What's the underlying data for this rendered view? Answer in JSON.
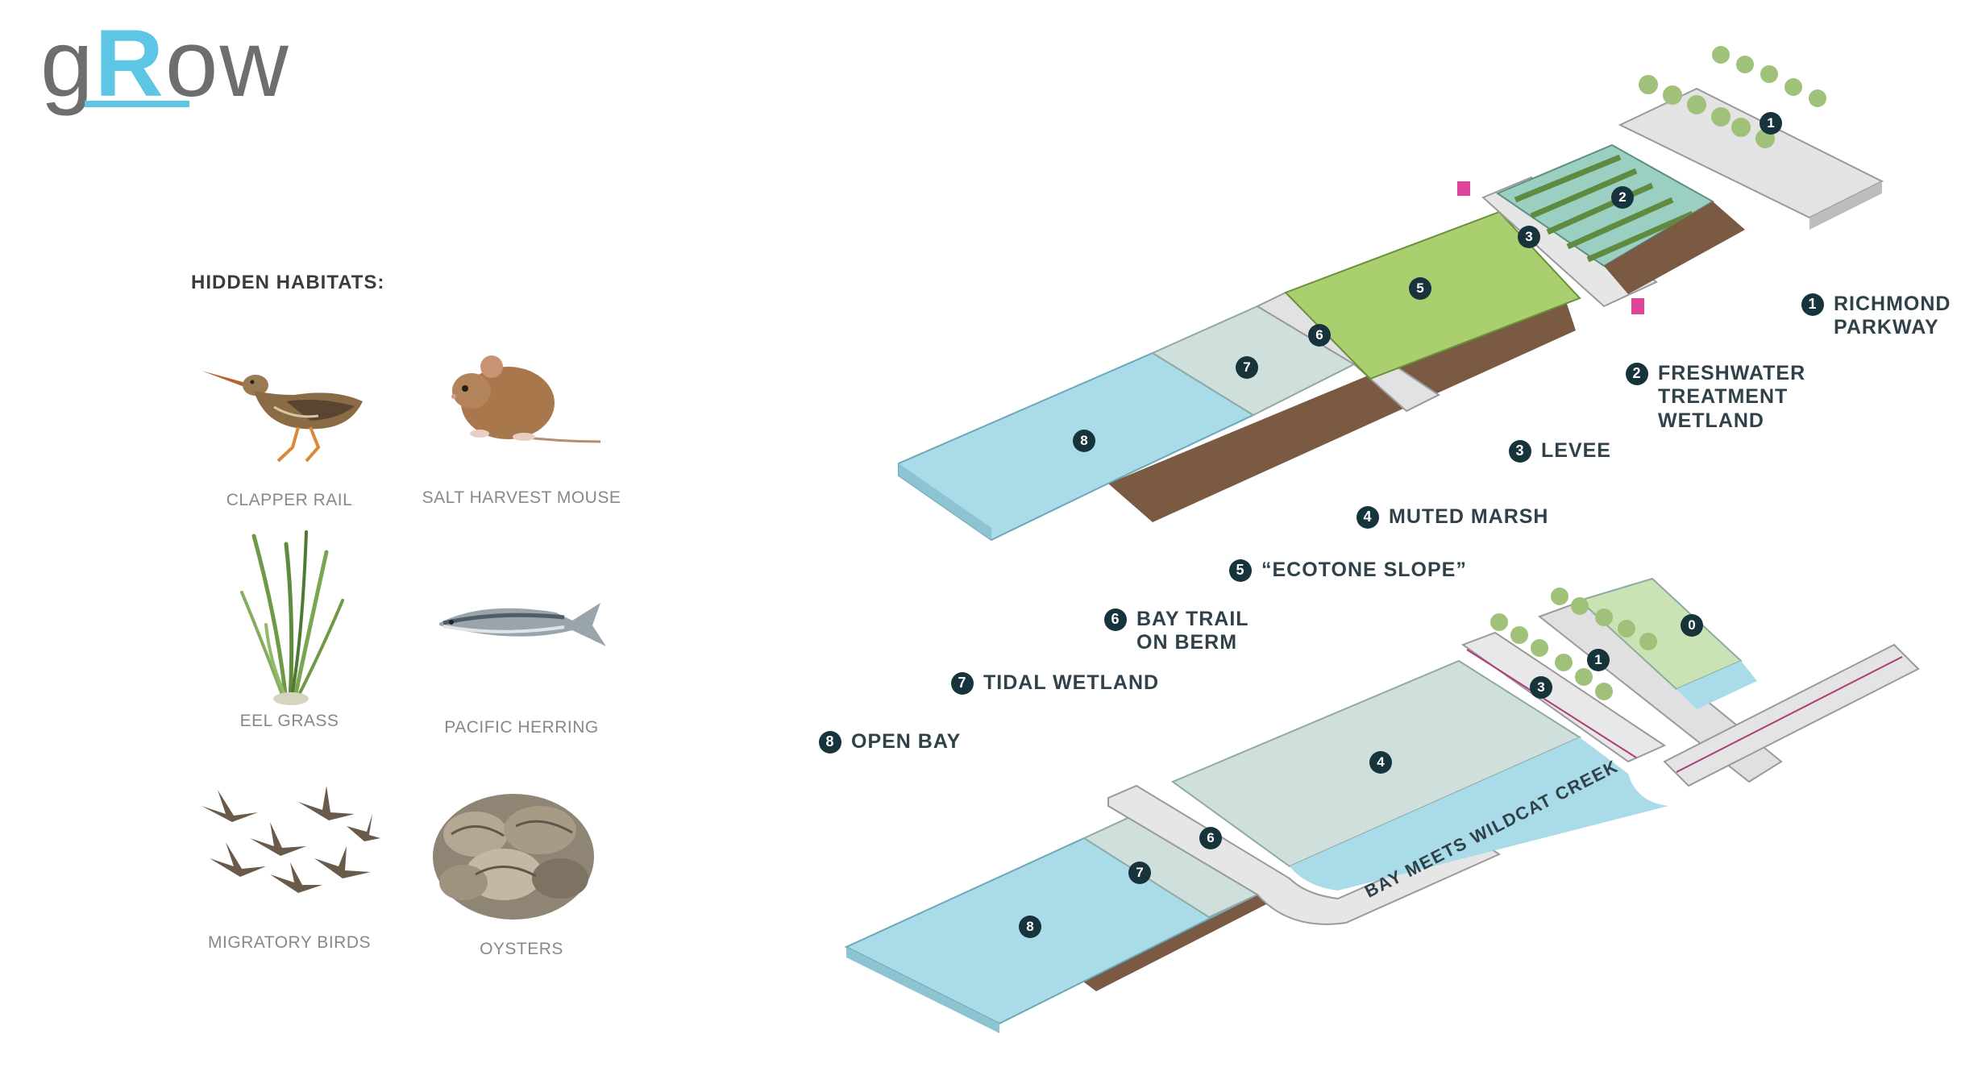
{
  "logo": {
    "pre": "g",
    "accent": "R",
    "post": "ow"
  },
  "habitats": {
    "title": "HIDDEN HABITATS:",
    "items": [
      {
        "label": "CLAPPER RAIL",
        "icon": "clapper-rail"
      },
      {
        "label": "SALT HARVEST MOUSE",
        "icon": "salt-harvest-mouse"
      },
      {
        "label": "EEL GRASS",
        "icon": "eel-grass"
      },
      {
        "label": "PACIFIC HERRING",
        "icon": "pacific-herring"
      },
      {
        "label": "MIGRATORY BIRDS",
        "icon": "migratory-birds"
      },
      {
        "label": "OYSTERS",
        "icon": "oysters"
      }
    ]
  },
  "legend": [
    {
      "num": "1",
      "label": "RICHMOND\nPARKWAY"
    },
    {
      "num": "2",
      "label": "FRESHWATER\nTREATMENT\nWETLAND"
    },
    {
      "num": "3",
      "label": "LEVEE"
    },
    {
      "num": "4",
      "label": "MUTED MARSH"
    },
    {
      "num": "5",
      "label": "“ECOTONE SLOPE”"
    },
    {
      "num": "6",
      "label": "BAY TRAIL\nON BERM"
    },
    {
      "num": "7",
      "label": "TIDAL WETLAND"
    },
    {
      "num": "8",
      "label": "OPEN BAY"
    }
  ],
  "diagram_markers": {
    "top": [
      "1",
      "2",
      "3",
      "5",
      "6",
      "7",
      "8"
    ],
    "bottom": [
      "0",
      "1",
      "3",
      "4",
      "6",
      "7",
      "8"
    ]
  },
  "creek_label": "BAY MEETS WILDCAT CREEK",
  "colors": {
    "water": "#a9dbe8",
    "wetland_green": "#a9cf6f",
    "tidal": "#cfe0dc",
    "soil": "#7a5a43",
    "levee": "#e6e6e6",
    "accent_blue": "#5cc6e4",
    "marker": "#17333b",
    "pink": "#e0449a"
  }
}
